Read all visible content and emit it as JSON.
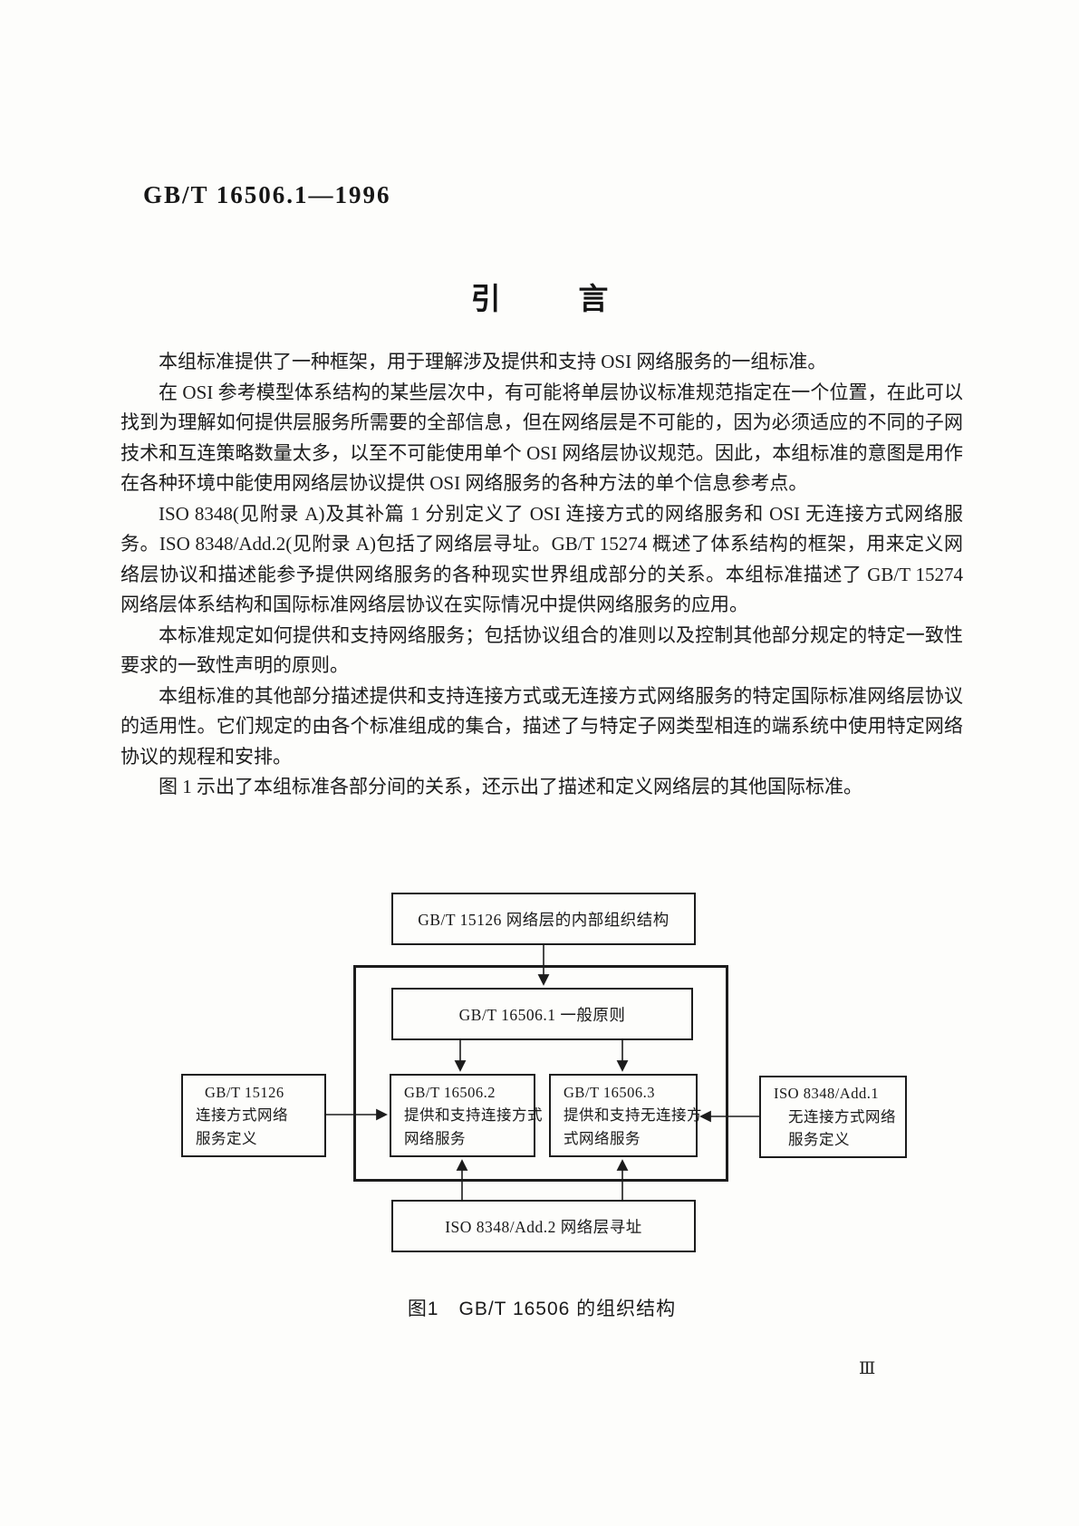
{
  "page": {
    "standard_number": "GB/T 16506.1—1996",
    "page_number": "Ⅲ"
  },
  "intro": {
    "title": "引言",
    "paragraphs": [
      "本组标准提供了一种框架，用于理解涉及提供和支持 OSI 网络服务的一组标准。",
      "在 OSI 参考模型体系结构的某些层次中，有可能将单层协议标准规范指定在一个位置，在此可以找到为理解如何提供层服务所需要的全部信息，但在网络层是不可能的，因为必须适应的不同的子网技术和互连策略数量太多，以至不可能使用单个 OSI 网络层协议规范。因此，本组标准的意图是用作在各种环境中能使用网络层协议提供 OSI 网络服务的各种方法的单个信息参考点。",
      "ISO 8348(见附录 A)及其补篇 1 分别定义了 OSI 连接方式的网络服务和 OSI 无连接方式网络服务。ISO 8348/Add.2(见附录 A)包括了网络层寻址。GB/T 15274 概述了体系结构的框架，用来定义网络层协议和描述能参予提供网络服务的各种现实世界组成部分的关系。本组标准描述了 GB/T 15274 网络层体系结构和国际标准网络层协议在实际情况中提供网络服务的应用。",
      "本标准规定如何提供和支持网络服务；包括协议组合的准则以及控制其他部分规定的特定一致性要求的一致性声明的原则。",
      "本组标准的其他部分描述提供和支持连接方式或无连接方式网络服务的特定国际标准网络层协议的适用性。它们规定的由各个标准组成的集合，描述了与特定子网类型相连的端系统中使用特定网络协议的规程和安排。",
      "图 1 示出了本组标准各部分间的关系，还示出了描述和定义网络层的其他国际标准。"
    ]
  },
  "diagram": {
    "top_box": "GB/T 15126 网络层的内部组织结构",
    "general_box": "GB/T 16506.1 一般原则",
    "part2_box": {
      "lines": [
        "GB/T 16506.2",
        "提供和支持连接方式",
        "网络服务"
      ]
    },
    "part3_box": {
      "lines": [
        "GB/T 16506.3",
        "提供和支持无连接方",
        "式网络服务"
      ]
    },
    "left_box": {
      "lines": [
        "GB/T 15126",
        "连接方式网络",
        "服务定义"
      ]
    },
    "right_box": {
      "lines": [
        "ISO 8348/Add.1",
        "无连接方式网络",
        "服务定义"
      ]
    },
    "bottom_box": "ISO 8348/Add.2 网络层寻址",
    "caption": "图1　GB/T 16506 的组织结构"
  }
}
